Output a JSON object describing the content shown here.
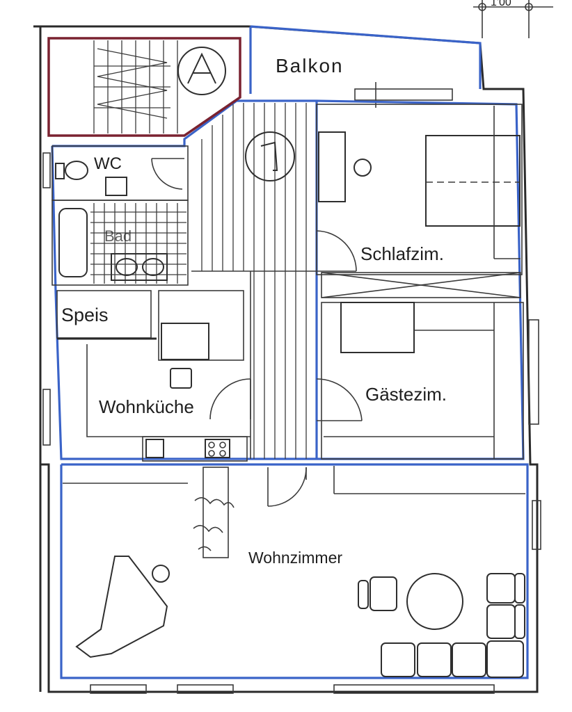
{
  "plan": {
    "top_label": "1'00",
    "rooms": {
      "balkon": "Balkon",
      "wc": "WC",
      "bad": "Bad",
      "schlafzimmer": "Schlafzim.",
      "speis": "Speis",
      "wohnkueche": "Wohnküche",
      "gaestezimmer": "Gästezim.",
      "wohnzimmer": "Wohnzimmer"
    },
    "colors": {
      "outline_blue": "#3a63c8",
      "stair_red": "#7a2230",
      "walls": "#2a2a2a"
    }
  }
}
